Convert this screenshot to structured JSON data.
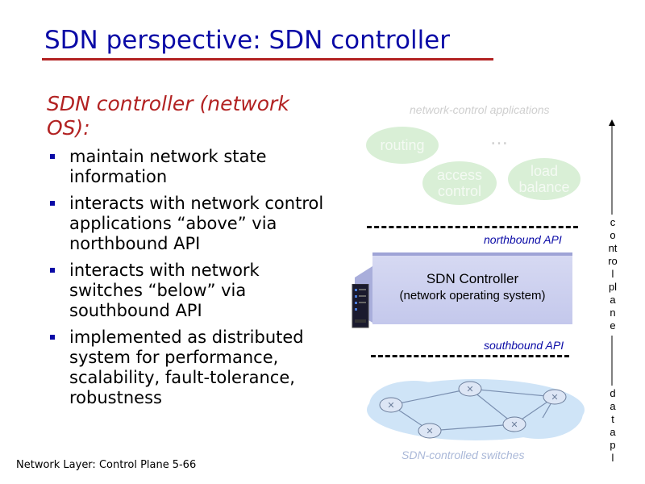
{
  "title": "SDN perspective: SDN controller",
  "subtitle": "SDN controller (network OS):",
  "bullets": [
    "maintain network state information",
    "interacts with network control applications “above” via northbound API",
    "interacts with network switches “below” via southbound API",
    "implemented as distributed system for performance, scalability, fault-tolerance, robustness"
  ],
  "footer": {
    "text": "Network Layer: Control Plane",
    "page": "5-66"
  },
  "diagram": {
    "apps_label": "network-control applications",
    "apps": {
      "routing": "routing",
      "access": "access control",
      "load": "load balance",
      "ellipsis": "…"
    },
    "northbound": "northbound API",
    "southbound": "southbound API",
    "controller_title": "SDN Controller",
    "controller_sub": "(network operating system)",
    "switches_label": "SDN-controlled switches",
    "control_plane_letters": [
      "c",
      "o",
      "nt",
      "ro",
      "l",
      "pl",
      "a",
      "n",
      "e"
    ],
    "data_plane_letters": [
      "d",
      "a",
      "t",
      "a",
      "p",
      "l"
    ]
  },
  "colors": {
    "title": "#0a0aa6",
    "accent": "#b22222",
    "app_fill": "#d9efd6",
    "controller_fill": "#c9cdee"
  }
}
